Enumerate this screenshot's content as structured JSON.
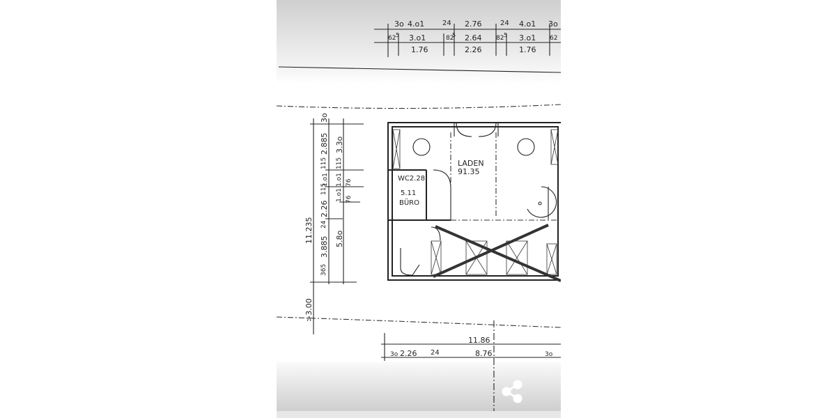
{
  "viewer": {
    "share_icon": "share-icon"
  },
  "plan": {
    "room_main": {
      "name": "LADEN",
      "area": "91.35"
    },
    "room_wc": "WC2.28",
    "room_office": {
      "name": "BÜRO",
      "area": "5.11"
    },
    "top_dims": {
      "row1": [
        "3o",
        "4.o1",
        "24",
        "2.76",
        "24",
        "4.o1",
        "3o"
      ],
      "row2": [
        "62",
        "5",
        "3.o1",
        "82",
        "5",
        "2.64",
        "82",
        "5",
        "3.o1",
        "62"
      ],
      "row3": [
        "1.76",
        "2.26",
        "1.76"
      ]
    },
    "left_dims": {
      "outer": [
        "11.235",
        ">3.00"
      ],
      "middle": [
        "3o",
        "2.885",
        "115",
        "1.o1",
        "115",
        "2.26",
        "24",
        "3.885",
        "365"
      ],
      "inner": [
        "3.3o",
        "115",
        "1.o1",
        "76",
        "1.o1",
        "76",
        "5.8o"
      ]
    },
    "bottom_dims": {
      "total": "11.86",
      "parts": [
        "3o",
        "2.26",
        "24",
        "8.76",
        "3o"
      ]
    }
  }
}
